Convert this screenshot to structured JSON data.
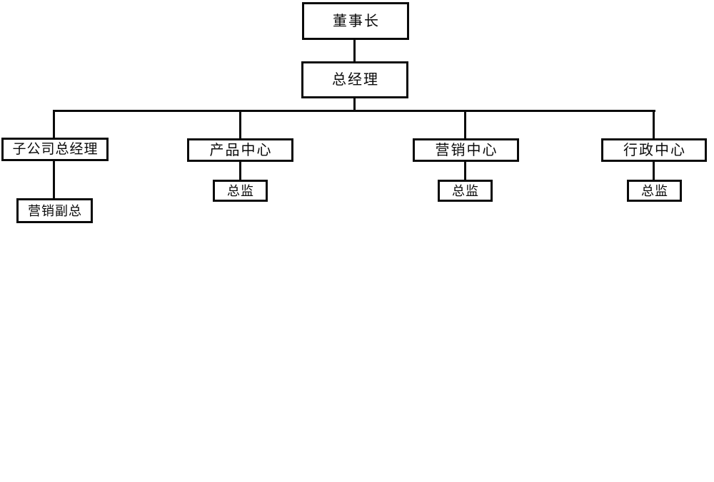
{
  "org_chart": {
    "nodes": {
      "chairman": {
        "label": "董事长"
      },
      "general_manager": {
        "label": "总经理"
      },
      "subsidiary_gm": {
        "label": "子公司总经理"
      },
      "product_center": {
        "label": "产品中心"
      },
      "marketing_center": {
        "label": "营销中心"
      },
      "admin_center": {
        "label": "行政中心"
      },
      "marketing_vp": {
        "label": "营销副总"
      },
      "product_director": {
        "label": "总监"
      },
      "marketing_director": {
        "label": "总监"
      },
      "admin_director": {
        "label": "总监"
      }
    },
    "hierarchy": [
      {
        "parent": "董事长",
        "child": "总经理"
      },
      {
        "parent": "总经理",
        "child": "子公司总经理"
      },
      {
        "parent": "总经理",
        "child": "产品中心"
      },
      {
        "parent": "总经理",
        "child": "营销中心"
      },
      {
        "parent": "总经理",
        "child": "行政中心"
      },
      {
        "parent": "子公司总经理",
        "child": "营销副总"
      },
      {
        "parent": "产品中心",
        "child": "总监"
      },
      {
        "parent": "营销中心",
        "child": "总监"
      },
      {
        "parent": "行政中心",
        "child": "总监"
      }
    ],
    "style": {
      "line_color": "#0a0a0a",
      "box_fill": "#ffffff",
      "background": "#ffffff"
    }
  }
}
